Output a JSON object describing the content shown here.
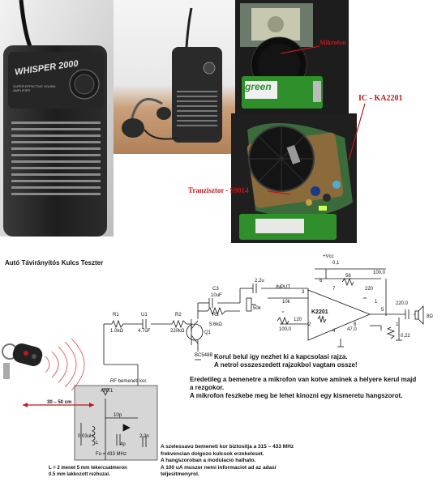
{
  "photos": {
    "device_brand": "WHISPER 2000",
    "device_small_text": "SUPER EFFECTIVE SOUND AMPLIFIER",
    "battery_brand": "green",
    "labels": {
      "microphone": "Mikrofon",
      "ic": "IC - KA2201",
      "transistor": "Tranzisztor - S9014"
    }
  },
  "schematic": {
    "title": "Autó Távirányítós Kulcs Teszter",
    "components": {
      "r1": "R1",
      "r1_val": "1.0kΩ",
      "u1": "U1",
      "u1_val": "4.7uF",
      "r2": "R2",
      "r2_val": "220kΩ",
      "q1": "Q1",
      "q1_type": "BC548B",
      "r3": "R3",
      "r3_val": "5.6kΩ",
      "c3": "C3",
      "c3_val": "10uF",
      "c_in": "2.2u",
      "input": "INPUT",
      "pot": "50k",
      "r10k": "10k",
      "vcc": "+Vcc",
      "c01": "0,1",
      "p6": "6",
      "p7": "7",
      "r56": "56",
      "c100a": "100,0",
      "c220": "220",
      "ic": "K2201",
      "p3": "3",
      "p1": "1",
      "p5": "5",
      "c220out": "220,0",
      "c100b": "100,0",
      "r120": "120",
      "p2": "2",
      "p4": "4",
      "p8": "8",
      "c470": "47,0",
      "r1b": "1",
      "c022": "0,22",
      "spk": "8Ω"
    },
    "rf": {
      "label": "RF bemeneti kor.",
      "ant": "ANT1",
      "c10p": "10p",
      "l_val": "0.03uH",
      "l": "L",
      "c4p": "4p",
      "c22n": "2.2n",
      "fo": "Fo = 433 MHz"
    },
    "distance": "30 – 50 cm",
    "coil_note": "L = 2 menet 5 mm tekercsatmeron\n0.5 mm lakkozott rezhuzal."
  },
  "notes": {
    "n1": "Korul belul igy nezhet ki a kapcsolasi rajza.\nA netrol osszeszedett rajzokbol vagtam ossze!",
    "n2": "Eredetileg a bemenetre a mikrofon van kotve aminek a helyere kerul majd\na rezgokor.\nA mikrofon feszkebe meg be lehet kinozni egy kismeretu hangszorot.",
    "n3": "A szelessavu bemeneti kor biztositja a 315 – 433 MHz\nfrekvencian dolgozo kulcsok erzekeleset.\nA hangszoroban a modulacio halhato.\nA 100 uA muszer nemi informaciot ad az adasi\nteljesitmenyrol."
  },
  "colors": {
    "device": "#2b2b2b",
    "red": "#c0161b",
    "pcb": "#3b6b3a",
    "battery": "#2f8f2a"
  }
}
